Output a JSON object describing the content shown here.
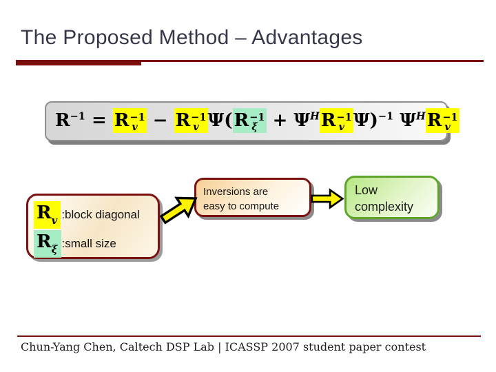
{
  "slide": {
    "title": "The Proposed Method – Advantages",
    "footer": "Chun-Yang Chen, Caltech DSP Lab | ICASSP 2007 student paper contest"
  },
  "formula": {
    "segments": [
      {
        "text": "R"
      },
      {
        "sup": "−1"
      },
      {
        "text": " = "
      },
      {
        "hl": "yellow",
        "text": "R",
        "sup": "−1",
        "sub": "v"
      },
      {
        "text": " − "
      },
      {
        "hl": "yellow",
        "text": "R",
        "sup": "−1",
        "sub": "v"
      },
      {
        "text": "Ψ("
      },
      {
        "hl": "green",
        "text": "R",
        "sup": "−1",
        "sub": "ξ"
      },
      {
        "text": " + Ψ"
      },
      {
        "sup": "H",
        "italic": true
      },
      {
        "hl": "yellow",
        "text": "R",
        "sup": "−1",
        "sub": "v"
      },
      {
        "text": "Ψ)"
      },
      {
        "sup": "−1"
      },
      {
        "text": " Ψ"
      },
      {
        "sup": "H",
        "italic": true
      },
      {
        "hl": "yellow",
        "text": "R",
        "sup": "−1",
        "sub": "v"
      }
    ]
  },
  "assumptions": {
    "rows": [
      {
        "symbol_base": "R",
        "symbol_sub": "v",
        "highlight": "yellow",
        "label": ":block diagonal"
      },
      {
        "symbol_base": "R",
        "symbol_sub": "ξ",
        "highlight": "green",
        "label": ":small size"
      }
    ]
  },
  "flow": {
    "inversions_line1": "Inversions are",
    "inversions_line2": "easy to compute",
    "low_line1": "Low",
    "low_line2": "complexity"
  },
  "colors": {
    "accent_maroon": "#7A0C0C",
    "highlight_yellow": "#FFFF00",
    "highlight_green": "#A6EDC6",
    "box_border_maroon": "#7B1111",
    "box_border_green": "#5FA52C",
    "arrow_yellow": "#FFF200",
    "formula_box_gray": "#D6D6D6",
    "title_text": "#363748"
  }
}
